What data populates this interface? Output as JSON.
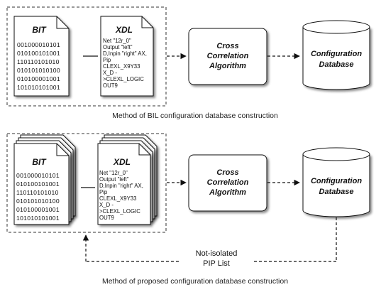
{
  "diagram1": {
    "bit": {
      "title": "BIT",
      "lines": [
        "001000010101",
        "010100101001",
        "110110101010",
        "010101010100",
        "010100001001",
        "101010101001"
      ]
    },
    "xdl": {
      "title": "XDL",
      "lines": [
        "Net \"12r_0\"",
        "Output \"left\"",
        "D,Inpin \"right\" AX,",
        "Pip",
        "CLEXL_X9Y33",
        "X_D -",
        ">CLEXL_LOGIC",
        "OUT9"
      ]
    },
    "algorithm": [
      "Cross",
      "Correlation",
      "Algorithm"
    ],
    "database": [
      "Configuration",
      "Database"
    ],
    "caption": "Method of BIL configuration database construction"
  },
  "diagram2": {
    "bit": {
      "title": "BIT",
      "lines": [
        "001000010101",
        "010100101001",
        "110110101010",
        "010101010100",
        "010100001001",
        "101010101001"
      ]
    },
    "xdl": {
      "title": "XDL",
      "lines": [
        "Net \"12r_0\"",
        "Output \"left\"",
        "D,Inpin \"right\" AX,",
        "Pip",
        "CLEXL_X9Y33",
        "X_D -",
        ">CLEXL_LOGIC",
        "OUT9"
      ]
    },
    "algorithm": [
      "Cross",
      "Correlation",
      "Algorithm"
    ],
    "database": [
      "Configuration",
      "Database"
    ],
    "feedback": [
      "Not-isolated",
      "PIP List"
    ],
    "caption": "Method of proposed configuration database construction"
  }
}
